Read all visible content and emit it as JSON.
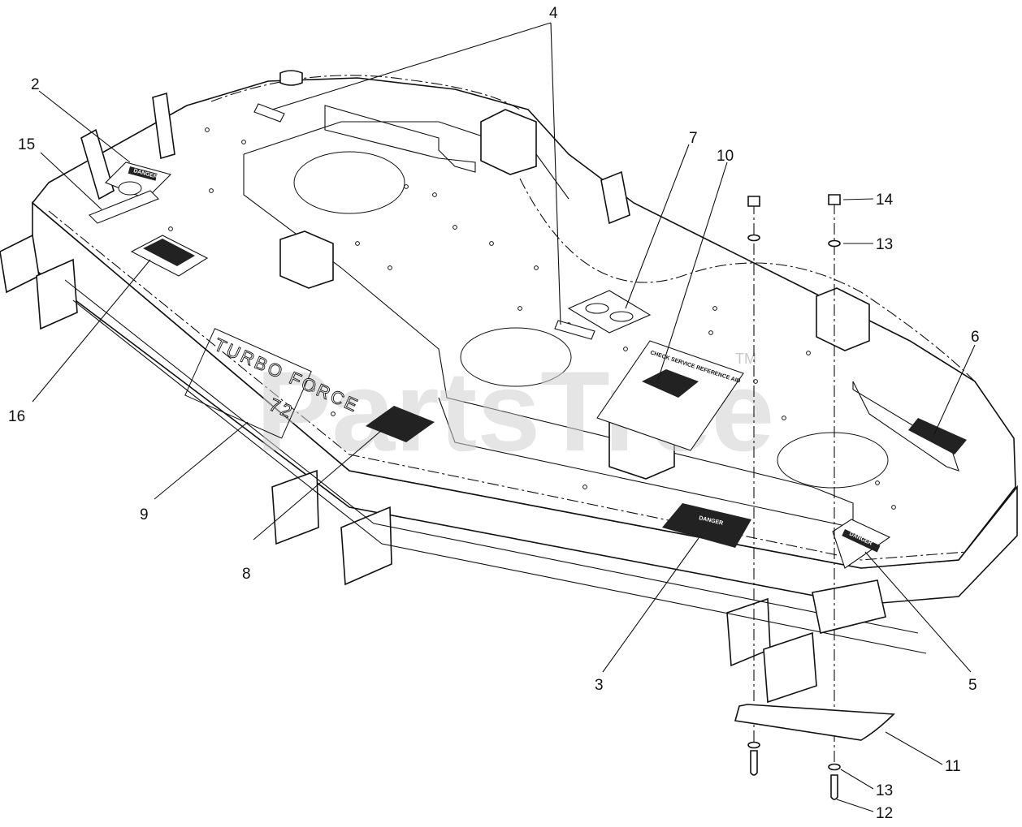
{
  "watermark": {
    "text": "PartsTree",
    "tm": "TM"
  },
  "embossing": {
    "line1": "TURBO FORCE",
    "line2": "72"
  },
  "decals": {
    "danger": "DANGER",
    "check_service": "CHECK SERVICE REFERENCE AID"
  },
  "callouts": [
    {
      "id": "c2",
      "text": "2"
    },
    {
      "id": "c15",
      "text": "15"
    },
    {
      "id": "c16",
      "text": "16"
    },
    {
      "id": "c9",
      "text": "9"
    },
    {
      "id": "c8",
      "text": "8"
    },
    {
      "id": "c4",
      "text": "4"
    },
    {
      "id": "c7",
      "text": "7"
    },
    {
      "id": "c10",
      "text": "10"
    },
    {
      "id": "c14",
      "text": "14"
    },
    {
      "id": "c13a",
      "text": "13"
    },
    {
      "id": "c6",
      "text": "6"
    },
    {
      "id": "c3",
      "text": "3"
    },
    {
      "id": "c5",
      "text": "5"
    },
    {
      "id": "c11",
      "text": "11"
    },
    {
      "id": "c13b",
      "text": "13"
    },
    {
      "id": "c12",
      "text": "12"
    }
  ]
}
